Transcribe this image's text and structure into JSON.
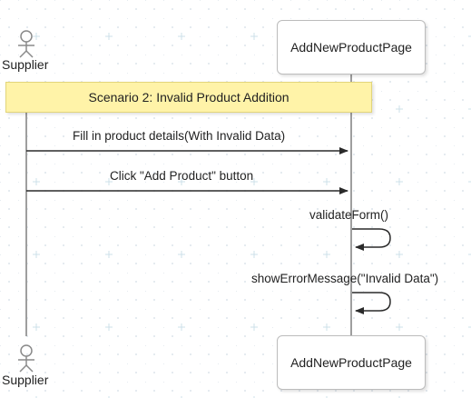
{
  "diagram": {
    "participants": {
      "actor_top": "Supplier",
      "actor_bottom": "Supplier",
      "page_top": "AddNewProductPage",
      "page_bottom": "AddNewProductPage"
    },
    "note": "Scenario 2: Invalid Product Addition",
    "messages": [
      "Fill in product details(With Invalid Data)",
      "Click \"Add Product\" button"
    ],
    "self_calls": [
      "validateForm()",
      "showErrorMessage(\"Invalid Data\")"
    ]
  }
}
